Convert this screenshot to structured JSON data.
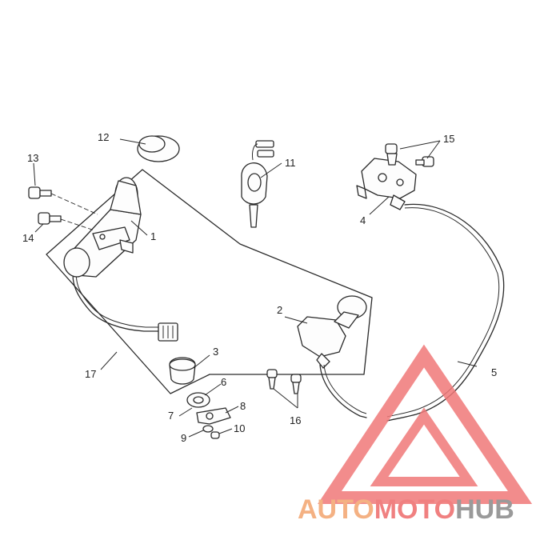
{
  "callouts": [
    {
      "id": "c1",
      "text": "1"
    },
    {
      "id": "c2",
      "text": "2"
    },
    {
      "id": "c3",
      "text": "3"
    },
    {
      "id": "c4",
      "text": "4"
    },
    {
      "id": "c5",
      "text": "5"
    },
    {
      "id": "c6",
      "text": "6"
    },
    {
      "id": "c7",
      "text": "7"
    },
    {
      "id": "c8",
      "text": "8"
    },
    {
      "id": "c9",
      "text": "9"
    },
    {
      "id": "c10",
      "text": "10"
    },
    {
      "id": "c11",
      "text": "11"
    },
    {
      "id": "c12",
      "text": "12"
    },
    {
      "id": "c13",
      "text": "13"
    },
    {
      "id": "c14",
      "text": "14"
    },
    {
      "id": "c15",
      "text": "15"
    },
    {
      "id": "c16",
      "text": "16"
    },
    {
      "id": "c17",
      "text": "17"
    }
  ],
  "watermark": {
    "part1": "AUTO",
    "part2": "MOTO",
    "part3": "HUB",
    "color_part1": "#f4b183",
    "color_part2": "#f08080",
    "color_part3": "#9a9a9a",
    "logo_color": "#f07878"
  }
}
